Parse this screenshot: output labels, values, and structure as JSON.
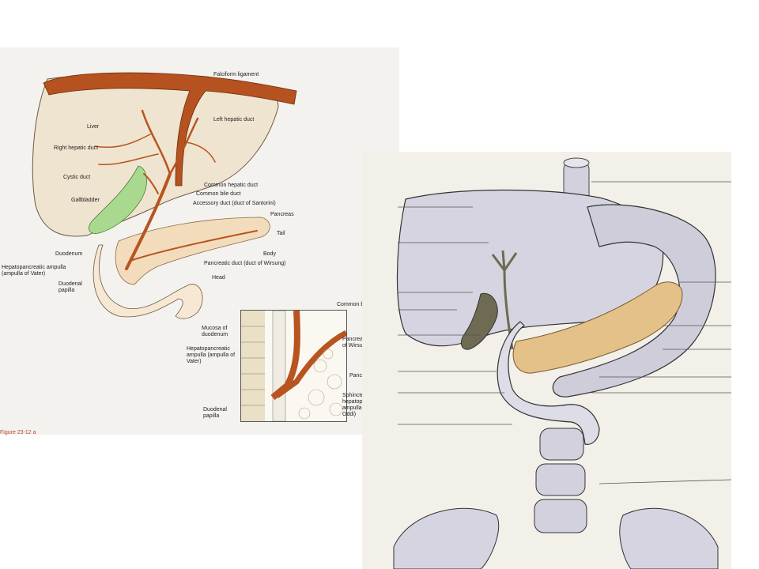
{
  "left_figure": {
    "labels": {
      "falciform": "Falciform ligament",
      "liver": "Liver",
      "left_hepatic": "Left hepatic duct",
      "right_hepatic": "Right hepatic duct",
      "cystic": "Cystic duct",
      "common_hepatic": "Common hepatic duct",
      "common_bile": "Common bile duct",
      "accessory": "Accessory duct (duct of Santorini)",
      "gallbladder": "Gallbladder",
      "pancreas": "Pancreas",
      "tail": "Tail",
      "body": "Body",
      "duodenum": "Duodenum",
      "pancreatic_duct": "Pancreatic duct (duct of Wirsung)",
      "ampulla": "Hepatopancreatic ampulla (ampulla of Vater)",
      "papilla": "Duodenal papilla",
      "head": "Head"
    },
    "figure_caption": "Figure 23-12 a",
    "inset": {
      "mucosa": "Mucosa of duodenum",
      "ampulla": "Hepatopancreatic ampulla (ampulla of Vater)",
      "papilla": "Duodenal papilla",
      "common_bile": "Common bile duct",
      "pancreatic_duct": "Pancreatic duct (duct of Wirsung)",
      "pancreas": "Pancreas",
      "sphincter": "Sphincter of the hepatopancreatic ampulla (sphincter of Oddi)"
    }
  },
  "colors": {
    "liver": "#efe4cf",
    "ligament": "#b5521f",
    "duct": "#b8541f",
    "gallbladder": "#a9d98f",
    "pancreas": "#f3dcbc",
    "duodenum": "#f6e8d2",
    "organ_gray": "#d6d4e0",
    "pancreas_right": "#e4c189"
  }
}
